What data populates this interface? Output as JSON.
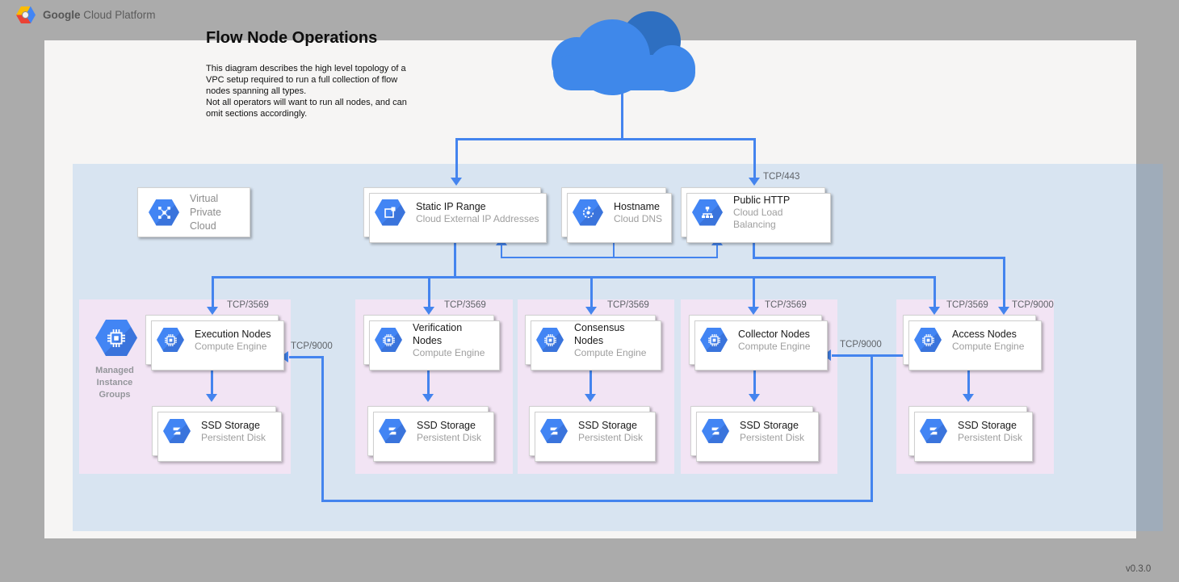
{
  "header": {
    "brand_bold": "Google",
    "brand_rest": "Cloud Platform"
  },
  "title": "Flow Node Operations",
  "description": "This diagram describes the high level topology of a\nVPC setup required to run a full collection of flow\nnodes spanning all types.\nNot all operators will want to run all nodes, and can\nomit sections accordingly.",
  "version": "v0.3.0",
  "vpc_card": {
    "title": "Virtual\nPrivate Cloud"
  },
  "top_cards": {
    "static_ip": {
      "title": "Static IP Range",
      "subtitle": "Cloud External IP Addresses"
    },
    "hostname": {
      "title": "Hostname",
      "subtitle": "Cloud DNS"
    },
    "public_http": {
      "title": "Public HTTP",
      "subtitle": "Cloud Load Balancing"
    }
  },
  "mig": {
    "label": "Managed\nInstance\nGroups"
  },
  "groups": [
    {
      "name": "execution",
      "title": "Execution Nodes",
      "subtitle": "Compute Engine",
      "ssd_title": "SSD Storage",
      "ssd_subtitle": "Persistent Disk",
      "port_label": "TCP/3569"
    },
    {
      "name": "verification",
      "title": "Verification Nodes",
      "subtitle": "Compute Engine",
      "ssd_title": "SSD Storage",
      "ssd_subtitle": "Persistent Disk",
      "port_label": "TCP/3569"
    },
    {
      "name": "consensus",
      "title": "Consensus Nodes",
      "subtitle": "Compute Engine",
      "ssd_title": "SSD Storage",
      "ssd_subtitle": "Persistent Disk",
      "port_label": "TCP/3569"
    },
    {
      "name": "collector",
      "title": "Collector Nodes",
      "subtitle": "Compute Engine",
      "ssd_title": "SSD Storage",
      "ssd_subtitle": "Persistent Disk",
      "port_label": "TCP/3569"
    },
    {
      "name": "access",
      "title": "Access Nodes",
      "subtitle": "Compute Engine",
      "ssd_title": "SSD Storage",
      "ssd_subtitle": "Persistent Disk",
      "port_label": "TCP/3569",
      "port_label_2": "TCP/9000"
    }
  ],
  "edge_labels": {
    "tcp443": "TCP/443",
    "tcp3569": "TCP/3569",
    "tcp9000": "TCP/9000"
  },
  "colors": {
    "bg_gray": "#ababab",
    "canvas_white": "#f6f5f4",
    "area_blue": "rgba(120,175,235,0.24)",
    "pink": "#f2e4f4",
    "line_blue": "#4484ee",
    "icon_blue": "#4285f4",
    "icon_blue_dark": "#3a74dc",
    "cloud_blue": "#3f88ea",
    "cloud_blue_dark": "#2e6fc1"
  }
}
